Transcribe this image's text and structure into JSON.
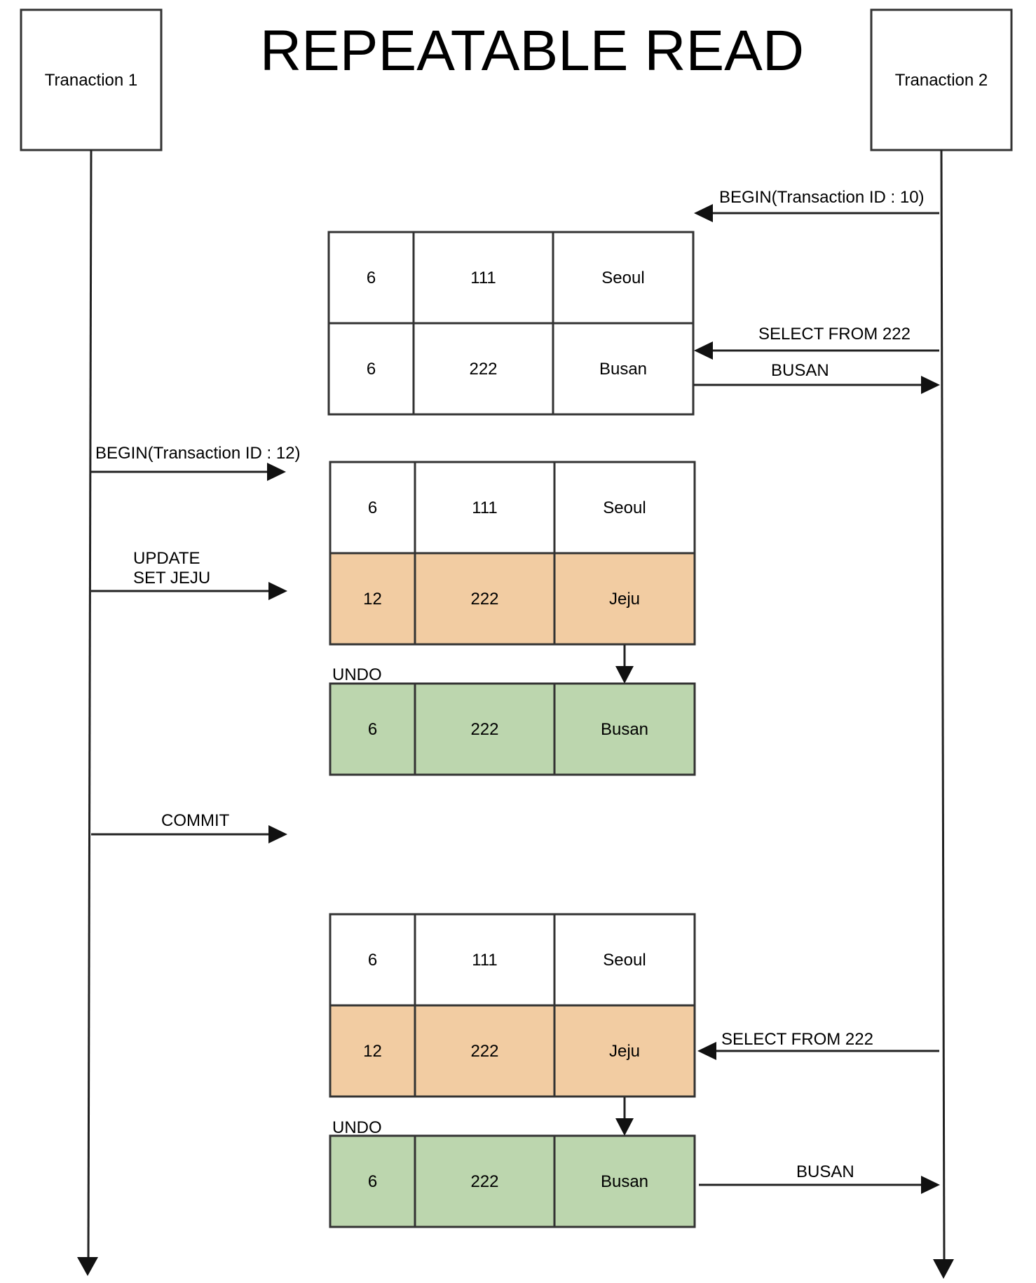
{
  "title": "REPEATABLE READ",
  "participants": {
    "t1": "Tranaction 1",
    "t2": "Tranaction 2"
  },
  "colors": {
    "modified_row": "#f2cca2",
    "undo_row": "#bcd6ae",
    "plain_row": "#ffffff",
    "border": "#333333"
  },
  "messages": {
    "t2_begin": "BEGIN(Transaction ID : 10)",
    "t2_select_1": "SELECT FROM 222",
    "t2_result_1": "BUSAN",
    "t1_begin": "BEGIN(Transaction ID : 12)",
    "t1_update_line1": "UPDATE",
    "t1_update_line2": "SET JEJU",
    "t1_commit": "COMMIT",
    "t2_select_2": "SELECT FROM 222",
    "t2_result_2": "BUSAN"
  },
  "undo_labels": {
    "first": "UNDO",
    "second": "UNDO"
  },
  "tables": {
    "table1": {
      "rows": [
        {
          "cells": [
            "6",
            "111",
            "Seoul"
          ],
          "state": "plain"
        },
        {
          "cells": [
            "6",
            "222",
            "Busan"
          ],
          "state": "plain"
        }
      ]
    },
    "table2": {
      "rows": [
        {
          "cells": [
            "6",
            "111",
            "Seoul"
          ],
          "state": "plain"
        },
        {
          "cells": [
            "12",
            "222",
            "Jeju"
          ],
          "state": "modified"
        }
      ]
    },
    "undo1": {
      "rows": [
        {
          "cells": [
            "6",
            "222",
            "Busan"
          ],
          "state": "undo"
        }
      ]
    },
    "table3": {
      "rows": [
        {
          "cells": [
            "6",
            "111",
            "Seoul"
          ],
          "state": "plain"
        },
        {
          "cells": [
            "12",
            "222",
            "Jeju"
          ],
          "state": "modified"
        }
      ]
    },
    "undo2": {
      "rows": [
        {
          "cells": [
            "6",
            "222",
            "Busan"
          ],
          "state": "undo"
        }
      ]
    }
  }
}
